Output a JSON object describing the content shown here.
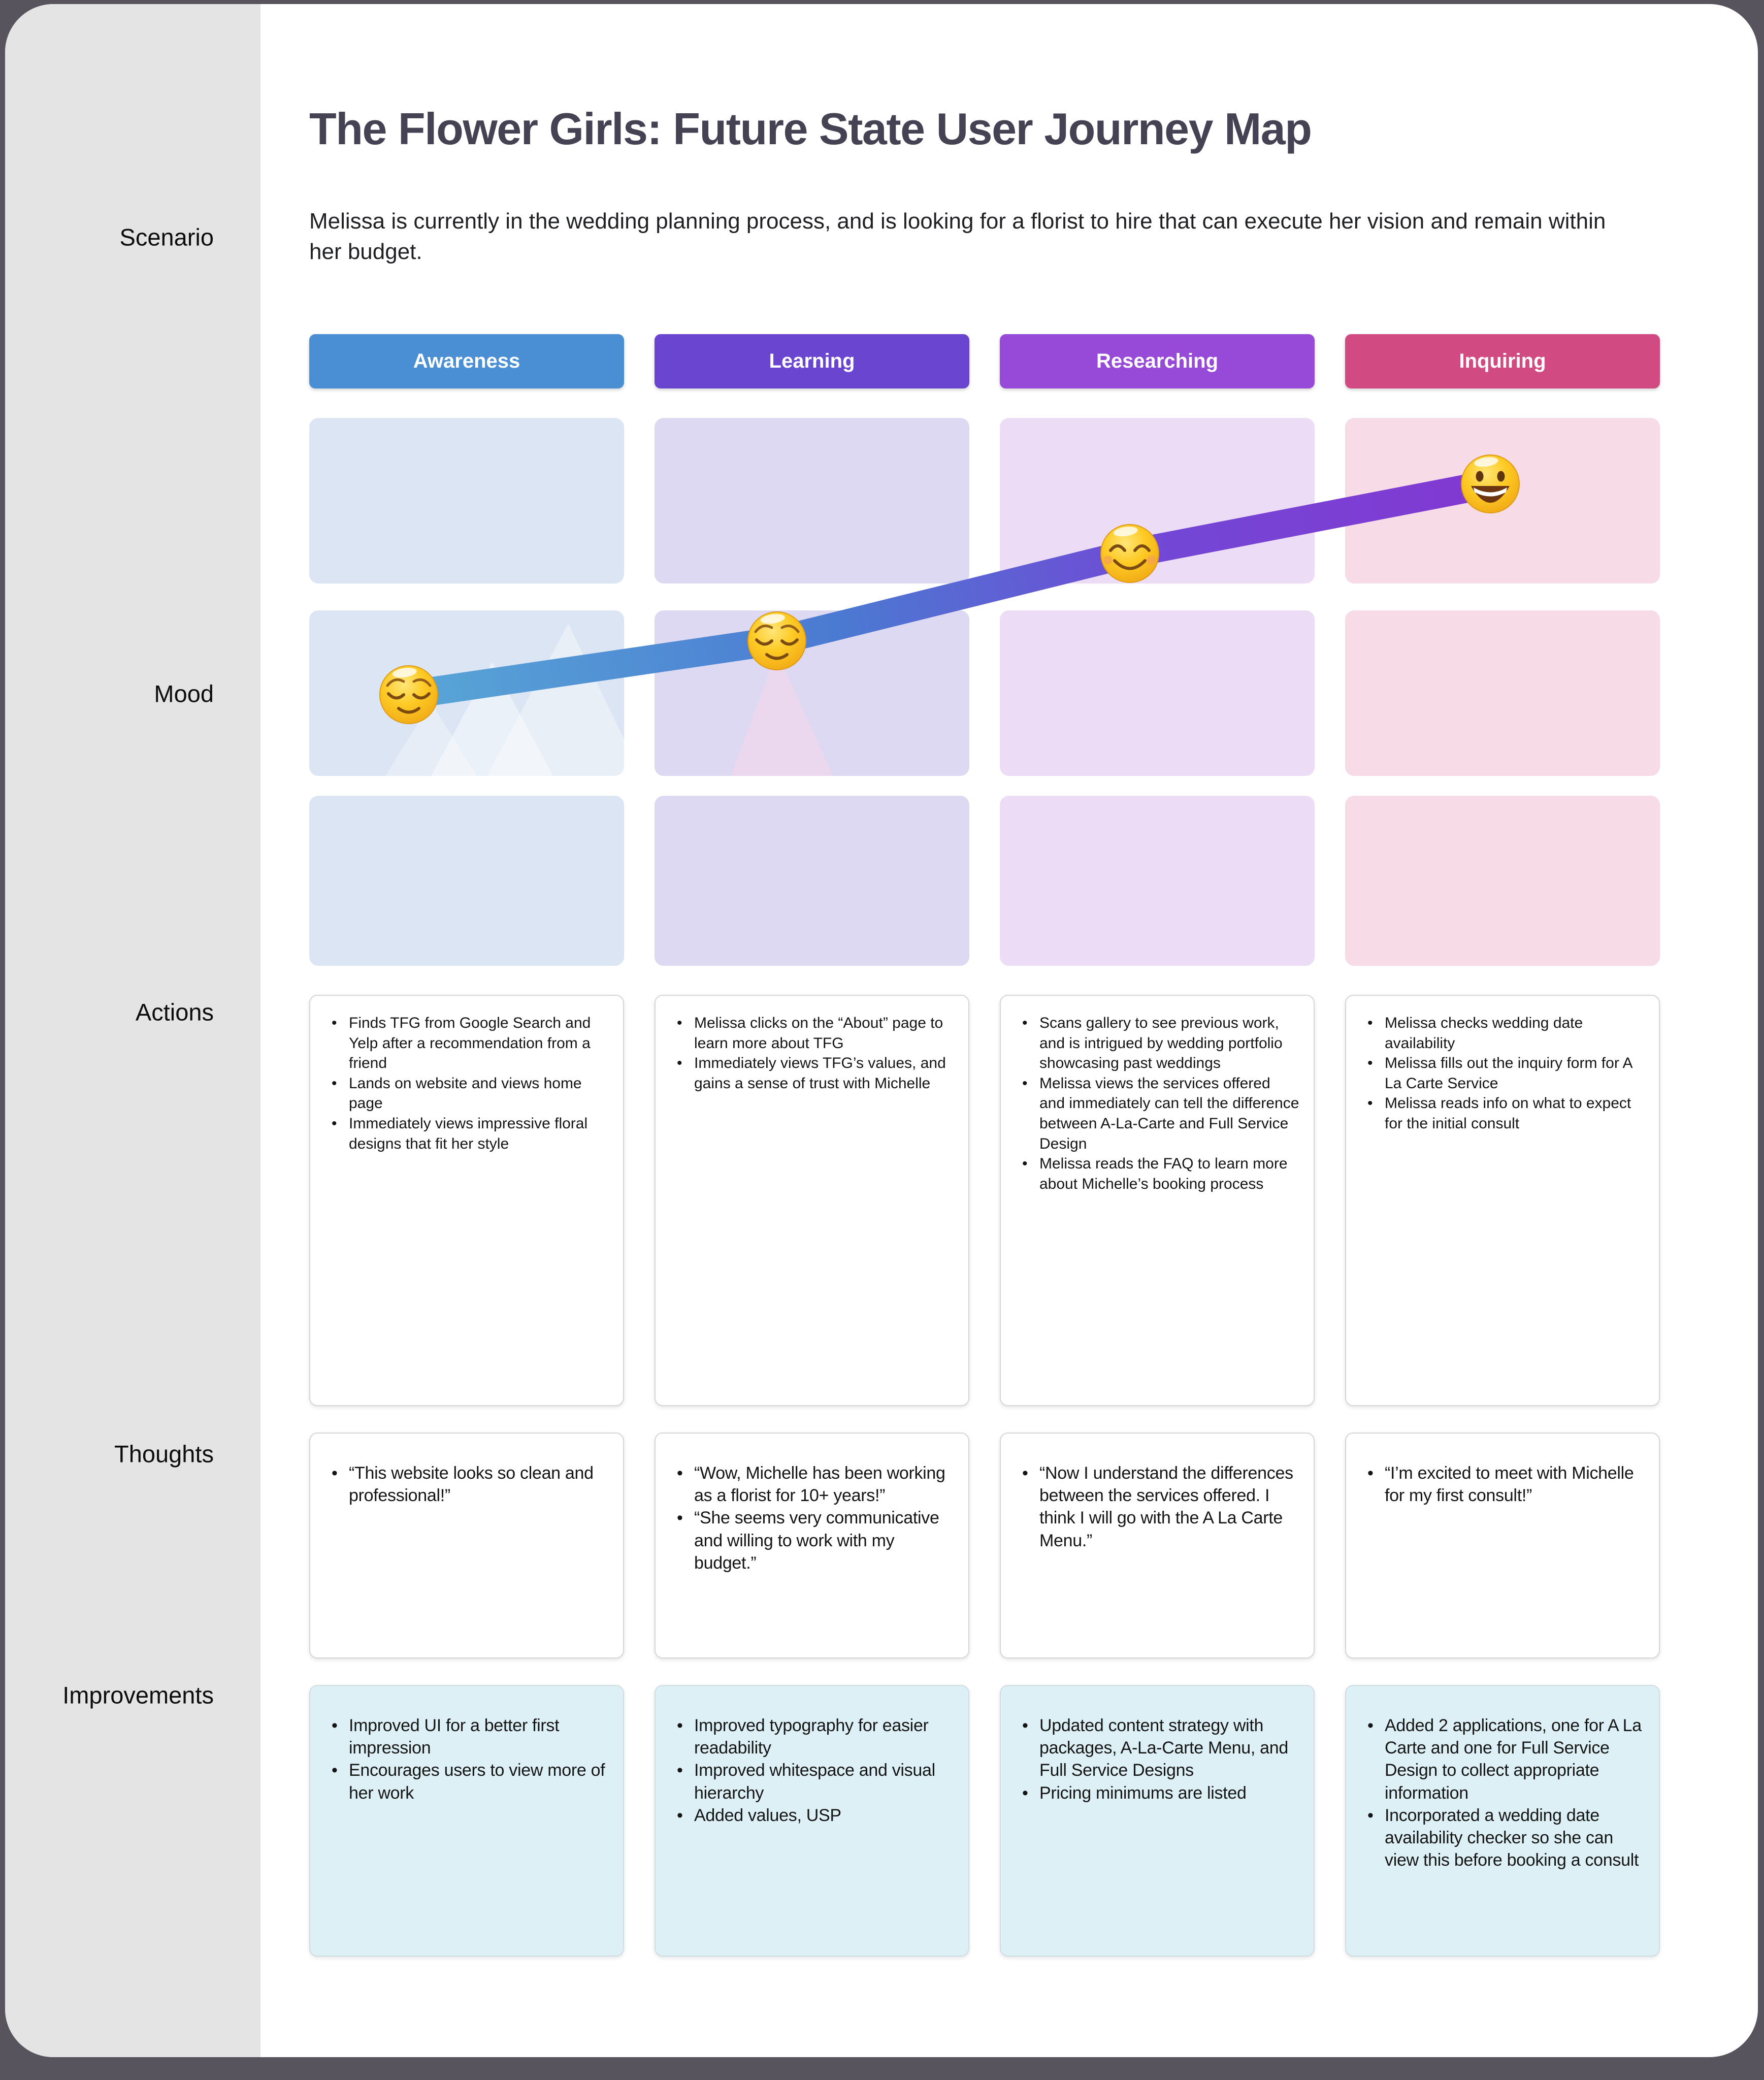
{
  "page": {
    "title": "The Flower Girls: Future State User Journey Map",
    "scenario": "Melissa is currently in the wedding planning process, and is looking for a florist to hire that can execute her vision and remain within her budget."
  },
  "sidebar": {
    "labels": [
      {
        "id": "scenario",
        "text": "Scenario"
      },
      {
        "id": "mood",
        "text": "Mood"
      },
      {
        "id": "actions",
        "text": "Actions"
      },
      {
        "id": "thoughts",
        "text": "Thoughts"
      },
      {
        "id": "improvements",
        "text": "Improvements"
      }
    ]
  },
  "colors": {
    "window_background": "#57545d",
    "sidebar_background": "#e4e4e4",
    "improvement_card_background": "#ddf0f6",
    "mood_line_gradient": [
      "#58a6d7",
      "#4b79d2",
      "#7347d6",
      "#8238d2"
    ]
  },
  "stages": [
    {
      "label": "Awareness",
      "header_color": "#4a8ed4",
      "mood_tint": "#dbe5f3",
      "mood_emoji": "relieved-face",
      "actions": [
        "Finds TFG from Google Search and Yelp after a recommendation from a friend",
        "Lands on website and views home page",
        "Immediately views impressive floral designs that fit her style"
      ],
      "thoughts": [
        "“This website looks so clean and professional!”"
      ],
      "improvements": [
        "Improved UI for a better first impression",
        "Encourages users to view more of her work"
      ]
    },
    {
      "label": "Learning",
      "header_color": "#6a45d0",
      "mood_tint": "#ded9f3",
      "mood_emoji": "relieved-face",
      "actions": [
        "Melissa clicks on the “About” page to learn more about TFG",
        "Immediately views TFG’s values, and gains a sense of trust with Michelle"
      ],
      "thoughts": [
        "“Wow, Michelle has been working as a florist for 10+ years!”",
        "“She seems very communicative and willing to work with my budget.”"
      ],
      "improvements": [
        "Improved typography for easier readability",
        "Improved whitespace and visual hierarchy",
        "Added values, USP"
      ]
    },
    {
      "label": "Researching",
      "header_color": "#9749d7",
      "mood_tint": "#ecdcf5",
      "mood_emoji": "smiling-face-with-smiling-eyes",
      "actions": [
        "Scans gallery to see previous work, and is intrigued by wedding portfolio showcasing past weddings",
        "Melissa views the services offered and immediately can tell the difference between A-La-Carte and Full Service Design",
        "Melissa reads the FAQ to learn more about Michelle’s booking process"
      ],
      "thoughts": [
        "“Now I understand the differences between the services offered. I think I will go with the A La Carte Menu.”"
      ],
      "improvements": [
        "Updated content strategy with packages, A-La-Carte Menu, and Full Service Designs",
        "Pricing minimums are listed"
      ]
    },
    {
      "label": "Inquiring",
      "header_color": "#d14a82",
      "mood_tint": "#f7dbe7",
      "mood_emoji": "grinning-face",
      "actions": [
        "Melissa checks wedding date availability",
        "Melissa fills out the inquiry form for A La Carte Service",
        "Melissa reads info on what to expect for the initial consult"
      ],
      "thoughts": [
        "“I’m excited to meet with Michelle for my first consult!”"
      ],
      "improvements": [
        "Added 2 applications, one for A La Carte and one for Full Service Design to collect appropriate information",
        "Incorporated a wedding date availability checker so she can view this before booking a consult"
      ]
    }
  ]
}
